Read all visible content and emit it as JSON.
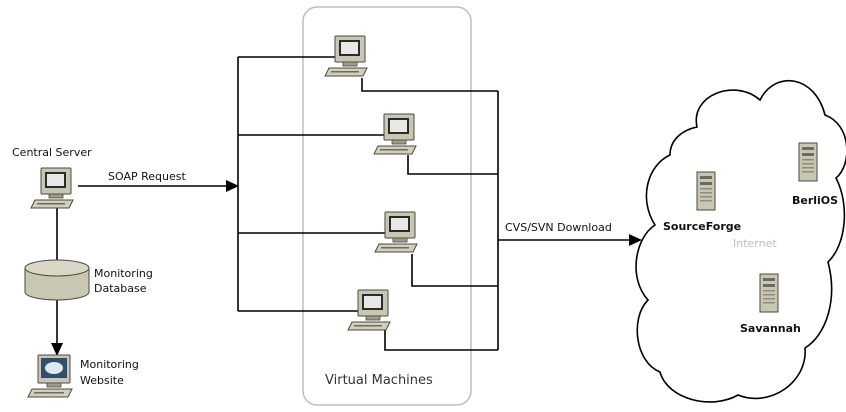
{
  "central_server": {
    "label": "Central Server",
    "icon": "computer-icon"
  },
  "soap_request": {
    "label": "SOAP Request"
  },
  "monitoring_database": {
    "label_line1": "Monitoring",
    "label_line2": "Database",
    "icon": "database-icon"
  },
  "monitoring_website": {
    "label_line1": "Monitoring",
    "label_line2": "Website",
    "icon": "monitor-icon"
  },
  "virtual_machines": {
    "label": "Virtual Machines",
    "icon": "computer-icon"
  },
  "cvs_svn_download": {
    "label": "CVS/SVN Download"
  },
  "internet": {
    "label": "Internet",
    "servers": [
      {
        "label": "SourceForge",
        "icon": "server-icon"
      },
      {
        "label": "BerliOS",
        "icon": "server-icon"
      },
      {
        "label": "Savannah",
        "icon": "server-icon"
      }
    ]
  }
}
